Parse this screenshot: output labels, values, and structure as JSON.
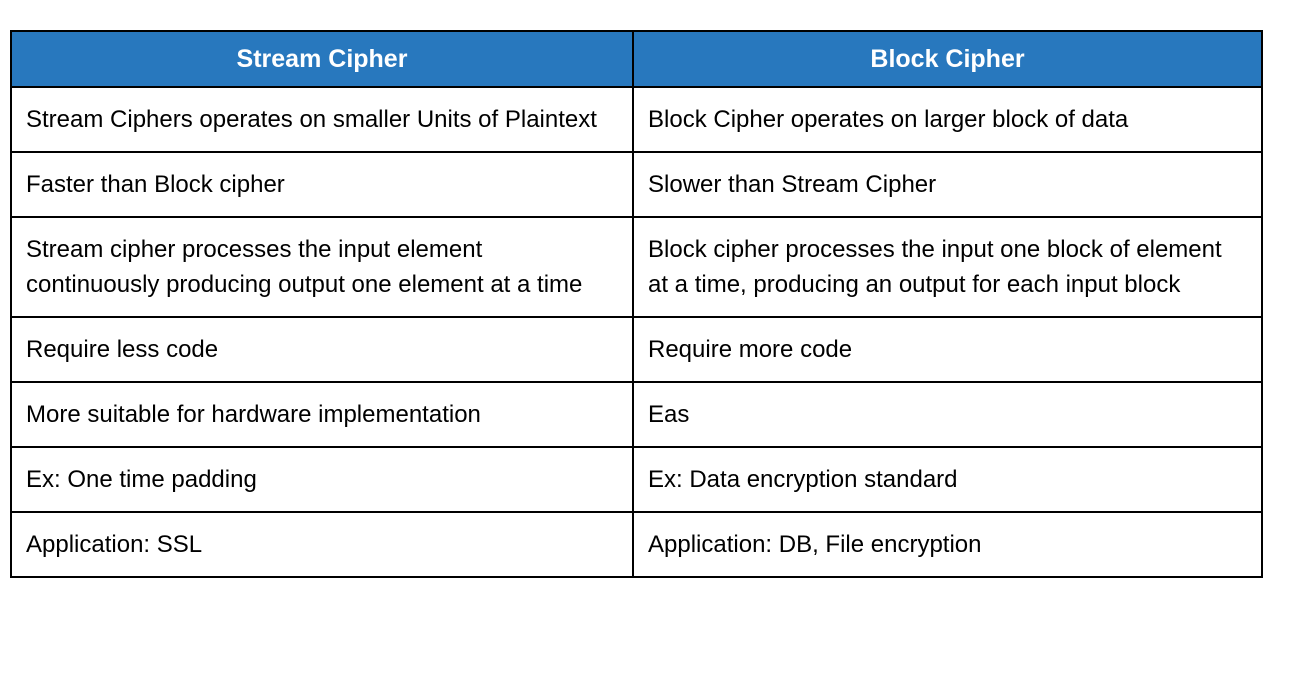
{
  "colors": {
    "header_background": "#2878BE",
    "header_text": "#FFFFFF",
    "border": "#000000",
    "body_text": "#000000",
    "page_background": "#FFFFFF"
  },
  "table": {
    "columns": [
      {
        "label": "Stream Cipher"
      },
      {
        "label": "Block Cipher"
      }
    ],
    "rows": [
      {
        "cells": [
          "Stream Ciphers operates on smaller Units of Plaintext",
          "Block Cipher operates on larger block of data"
        ]
      },
      {
        "cells": [
          "Faster than Block cipher",
          "Slower than Stream Cipher"
        ]
      },
      {
        "cells": [
          "Stream cipher processes the input element continuously producing output one element at a time",
          "Block cipher processes the input one block of element at a time, producing an output for each input block"
        ]
      },
      {
        "cells": [
          "Require less code",
          "Require more code"
        ]
      },
      {
        "cells": [
          "More suitable for hardware implementation",
          "Eas"
        ]
      },
      {
        "cells": [
          "Ex: One time padding",
          "Ex: Data encryption standard"
        ]
      },
      {
        "cells": [
          "Application: SSL",
          "Application: DB, File encryption"
        ]
      }
    ]
  }
}
